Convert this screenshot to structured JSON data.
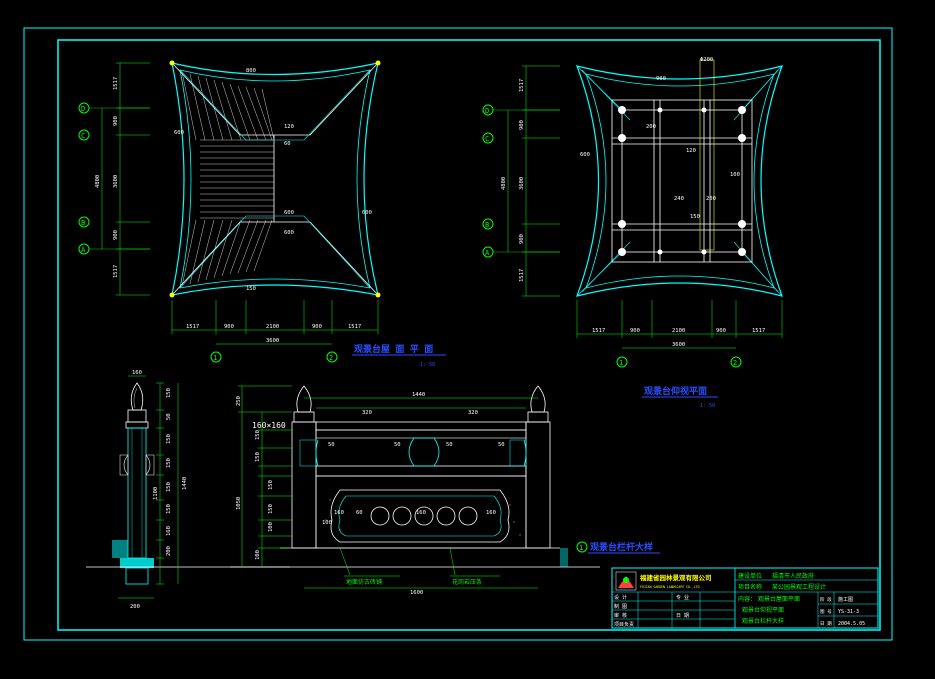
{
  "drawing": {
    "roof_plan": {
      "title": "观景台屋 面 平 面",
      "scale": "1: 50",
      "dims_bottom": [
        "1517",
        "900",
        "2100",
        "900",
        "1517"
      ],
      "total_bottom": "3600",
      "dims_left": [
        "1517",
        "900",
        "3600",
        "900",
        "1517"
      ],
      "total_left": "4800",
      "inner_marks": [
        "800",
        "600",
        "600",
        "150",
        "120",
        "60",
        "600",
        "600"
      ]
    },
    "column_plan": {
      "title": "观景台仰视平面",
      "scale": "1: 50",
      "dims_bottom": [
        "1517",
        "900",
        "2100",
        "900",
        "1517"
      ],
      "total_bottom": "3600",
      "dims_left": [
        "1517",
        "900",
        "3600",
        "900",
        "1517"
      ],
      "total_left": "4800",
      "top_mark": "Φ200",
      "inner_marks": [
        "900",
        "600",
        "200",
        "120",
        "100",
        "240",
        "200",
        "150"
      ]
    },
    "axes_row": [
      "D",
      "C",
      "B",
      "A"
    ],
    "axes_col": [
      "1",
      "2"
    ],
    "railing": {
      "title": "观景台栏杆大样",
      "marker": "1",
      "post_size": "160×160",
      "top_dims": [
        "1440",
        "320",
        "320"
      ],
      "height_dims": [
        "250",
        "150",
        "150",
        "150",
        "150",
        "100",
        "100",
        "1050"
      ],
      "side_dims": [
        "160",
        "150",
        "50",
        "150",
        "150",
        "150",
        "150",
        "1100",
        "160",
        "200",
        "1440",
        "200"
      ],
      "bottom_total": "1600",
      "inner_marks": [
        "50",
        "50",
        "50",
        "50",
        "160",
        "60",
        "160",
        "160",
        "100"
      ],
      "notes": [
        "地面仿古砖铺",
        "花岗岩压条"
      ]
    },
    "title_block": {
      "company": "福建省园林景观有限公司",
      "company_en": "FUJIAN GARDEN LANDSCAPE CO.,LTD",
      "rows_left": [
        "设 计",
        "制 图",
        "审 核",
        "项目负责"
      ],
      "rows_mid": [
        "专 业",
        "日 期"
      ],
      "project_label": "建设单位",
      "project_value": "福清市人民政府",
      "item_label": "项目名称",
      "item_value": "某公园景观工程设计",
      "content_label": "内容：",
      "content_lines": [
        "观景台屋面平面",
        "观景台仰视平面",
        "观景台栏杆大样"
      ],
      "meta_labels": [
        "阶 段",
        "图 号",
        "日 期"
      ],
      "meta_values": [
        "施工图",
        "YS-31-3",
        "2004.5.05"
      ]
    },
    "colors": {
      "frame": "#00ffff",
      "dims": "#ffffff",
      "axis": "#00ff00",
      "title": "#0000ff",
      "stone": "#ffff00",
      "accent": "#ff4040"
    }
  }
}
